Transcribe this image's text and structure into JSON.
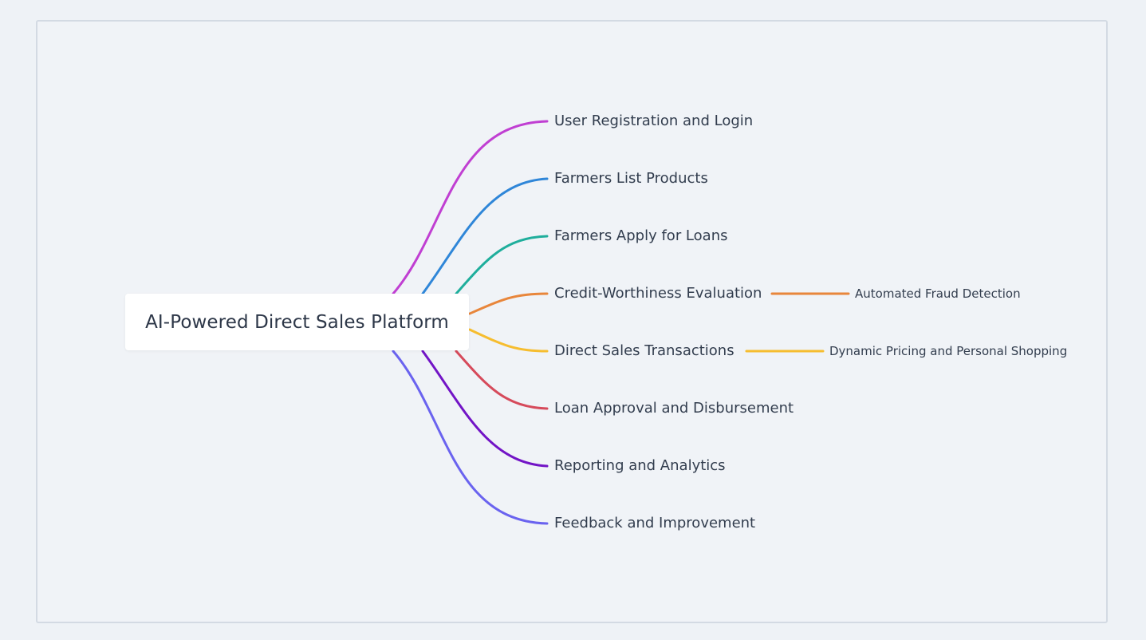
{
  "mindmap": {
    "root": "AI-Powered Direct Sales Platform",
    "branches": [
      {
        "label": "User Registration and Login",
        "color": "#c03fd2"
      },
      {
        "label": "Farmers List Products",
        "color": "#2f86d8"
      },
      {
        "label": "Farmers Apply for Loans",
        "color": "#1fae9c"
      },
      {
        "label": "Credit-Worthiness Evaluation",
        "color": "#e8863b",
        "child": "Automated Fraud Detection"
      },
      {
        "label": "Direct Sales Transactions",
        "color": "#f6bd2f",
        "child": "Dynamic Pricing and Personal Shopping"
      },
      {
        "label": "Loan Approval and Disbursement",
        "color": "#d64a5b"
      },
      {
        "label": "Reporting and Analytics",
        "color": "#7214c6"
      },
      {
        "label": "Feedback and Improvement",
        "color": "#6a63ef"
      }
    ]
  }
}
